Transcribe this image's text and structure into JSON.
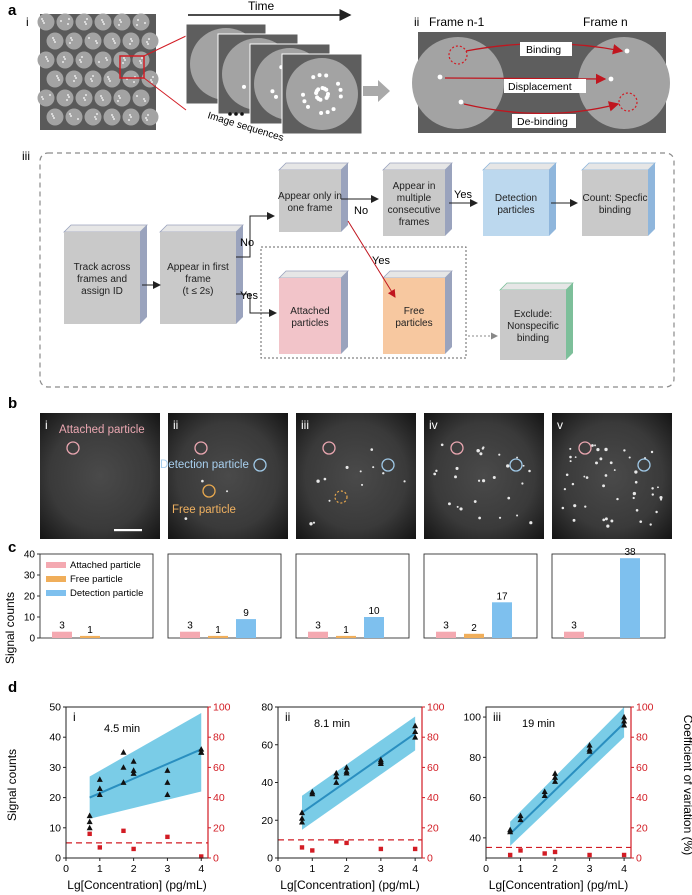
{
  "panels": {
    "a": "a",
    "b": "b",
    "c": "c",
    "d": "d",
    "a_sub": [
      "i",
      "ii",
      "iii"
    ],
    "b_sub": [
      "i",
      "ii",
      "iii",
      "iv",
      "v"
    ],
    "d_sub": [
      "i",
      "ii",
      "iii"
    ]
  },
  "panel_a": {
    "time_label": "Time",
    "image_sequences_label": "Image sequences",
    "frame_prev_label": "Frame n-1",
    "frame_next_label": "Frame n",
    "binding_label": "Binding",
    "displacement_label": "Displacement",
    "debinding_label": "De-binding"
  },
  "flowchart": {
    "track": [
      "Track across",
      "frames and",
      "assign ID"
    ],
    "first_frame": [
      "Appear in first",
      "frame",
      "(t ≤ 2s)"
    ],
    "one_frame": [
      "Appear only in",
      "one frame"
    ],
    "multiple_frames": [
      "Appear in",
      "multiple",
      "consecutive",
      "frames"
    ],
    "detection": [
      "Detection",
      "particles"
    ],
    "count": [
      "Count: Specfic",
      "binding"
    ],
    "attached": [
      "Attached",
      "particles"
    ],
    "free": [
      "Free",
      "particles"
    ],
    "exclude": [
      "Exclude:",
      "Nonspecific",
      "binding"
    ],
    "no_label": "No",
    "yes_label": "Yes",
    "colors": {
      "gray": "#c9c9c9",
      "pink": "#f2c4c9",
      "orange": "#f7c8a0",
      "blue": "#bcd8ee",
      "green_edge": "#7dbf9a",
      "blue_edge": "#8fb6dc"
    }
  },
  "panel_b": {
    "attached_label": "Attached particle",
    "detection_label": "Detection particle",
    "free_label": "Free particle",
    "colors": {
      "attached": "#e9a6b0",
      "detection": "#9fc8e6",
      "free": "#e8a84e"
    }
  },
  "chart_data": [
    {
      "type": "bar",
      "panel": "c",
      "ylabel": "Signal counts",
      "ylim": [
        0,
        40
      ],
      "yticks": [
        0,
        10,
        20,
        30,
        40
      ],
      "legend": [
        "Attached particle",
        "Free particle",
        "Detection particle"
      ],
      "legend_position": "top-left of first subplot",
      "colors": {
        "Attached particle": "#f4a9b1",
        "Free particle": "#f0ae5a",
        "Detection particle": "#7ec0ee"
      },
      "subplots": [
        {
          "Attached particle": 3,
          "Free particle": 1,
          "Detection particle": null
        },
        {
          "Attached particle": 3,
          "Free particle": 1,
          "Detection particle": 9
        },
        {
          "Attached particle": 3,
          "Free particle": 1,
          "Detection particle": 10
        },
        {
          "Attached particle": 3,
          "Free particle": 2,
          "Detection particle": 17
        },
        {
          "Attached particle": 3,
          "Free particle": null,
          "Detection particle": 38
        }
      ]
    },
    {
      "type": "scatter",
      "panel": "d-i",
      "annotation": "4.5 min",
      "xlabel": "Lg[Concentration] (pg/mL)",
      "ylabel": "Signal counts",
      "ylabel_right": "",
      "xlim": [
        0,
        4.2
      ],
      "xticks": [
        0,
        1,
        2,
        3,
        4
      ],
      "ylim": [
        0,
        50
      ],
      "yticks": [
        0,
        10,
        20,
        30,
        40,
        50
      ],
      "ylim_right": [
        0,
        100
      ],
      "yticks_right": [
        0,
        20,
        40,
        60,
        80,
        100
      ],
      "signal_points": [
        [
          0.7,
          14
        ],
        [
          0.7,
          12
        ],
        [
          0.7,
          10
        ],
        [
          1,
          26
        ],
        [
          1,
          23
        ],
        [
          1,
          21
        ],
        [
          1.7,
          35
        ],
        [
          1.7,
          30
        ],
        [
          1.7,
          25
        ],
        [
          2,
          32
        ],
        [
          2,
          29
        ],
        [
          2,
          28
        ],
        [
          3,
          29
        ],
        [
          3,
          25
        ],
        [
          3,
          21
        ],
        [
          4,
          36
        ],
        [
          4,
          35
        ],
        [
          4,
          35
        ]
      ],
      "fit": {
        "x": [
          0.7,
          4
        ],
        "y": [
          20,
          36
        ]
      },
      "band_upper": [
        27,
        48
      ],
      "band_lower": [
        13,
        22
      ],
      "cv_points": [
        [
          0.7,
          16
        ],
        [
          1,
          7
        ],
        [
          1.7,
          18
        ],
        [
          2,
          6
        ],
        [
          3,
          14
        ],
        [
          4,
          1
        ]
      ],
      "cv_reference": 10
    },
    {
      "type": "scatter",
      "panel": "d-ii",
      "annotation": "8.1 min",
      "xlabel": "Lg[Concentration] (pg/mL)",
      "ylabel": "",
      "xlim": [
        0,
        4.2
      ],
      "xticks": [
        0,
        1,
        2,
        3,
        4
      ],
      "ylim": [
        0,
        80
      ],
      "yticks": [
        0,
        20,
        40,
        60,
        80
      ],
      "ylim_right": [
        0,
        100
      ],
      "yticks_right": [
        0,
        20,
        40,
        60,
        80,
        100
      ],
      "signal_points": [
        [
          0.7,
          24
        ],
        [
          0.7,
          21
        ],
        [
          0.7,
          19
        ],
        [
          1,
          35
        ],
        [
          1,
          34
        ],
        [
          1.7,
          45
        ],
        [
          1.7,
          43
        ],
        [
          1.7,
          40
        ],
        [
          2,
          48
        ],
        [
          2,
          46
        ],
        [
          2,
          45
        ],
        [
          3,
          52
        ],
        [
          3,
          51
        ],
        [
          3,
          50
        ],
        [
          4,
          70
        ],
        [
          4,
          67
        ],
        [
          4,
          64
        ]
      ],
      "fit": {
        "x": [
          0.7,
          4
        ],
        "y": [
          24,
          66
        ]
      },
      "band_upper": [
        33,
        75
      ],
      "band_lower": [
        15,
        57
      ],
      "cv_points": [
        [
          0.7,
          7
        ],
        [
          1,
          5
        ],
        [
          1.7,
          11
        ],
        [
          2,
          10
        ],
        [
          3,
          6
        ],
        [
          4,
          6
        ]
      ],
      "cv_reference": 12
    },
    {
      "type": "scatter",
      "panel": "d-iii",
      "annotation": "19 min",
      "xlabel": "Lg[Concentration] (pg/mL)",
      "ylabel": "",
      "ylabel_right": "Coefficient of variation (%)",
      "xlim": [
        0,
        4.2
      ],
      "xticks": [
        0,
        1,
        2,
        3,
        4
      ],
      "ylim": [
        30,
        105
      ],
      "yticks": [
        40,
        60,
        80,
        100
      ],
      "ylim_right": [
        0,
        100
      ],
      "yticks_right": [
        0,
        20,
        40,
        60,
        80,
        100
      ],
      "signal_points": [
        [
          0.7,
          44
        ],
        [
          0.7,
          43
        ],
        [
          1,
          51
        ],
        [
          1,
          49
        ],
        [
          1.7,
          63
        ],
        [
          1.7,
          61
        ],
        [
          2,
          72
        ],
        [
          2,
          70
        ],
        [
          2,
          68
        ],
        [
          3,
          86
        ],
        [
          3,
          84
        ],
        [
          3,
          83
        ],
        [
          4,
          100
        ],
        [
          4,
          98
        ],
        [
          4,
          96
        ]
      ],
      "fit": {
        "x": [
          0.7,
          4
        ],
        "y": [
          42,
          97
        ]
      },
      "band_upper": [
        48,
        105
      ],
      "band_lower": [
        36,
        90
      ],
      "cv_points": [
        [
          0.7,
          2
        ],
        [
          1,
          5
        ],
        [
          1.7,
          3
        ],
        [
          2,
          4
        ],
        [
          3,
          2
        ],
        [
          4,
          2
        ]
      ],
      "cv_reference": 7
    }
  ]
}
